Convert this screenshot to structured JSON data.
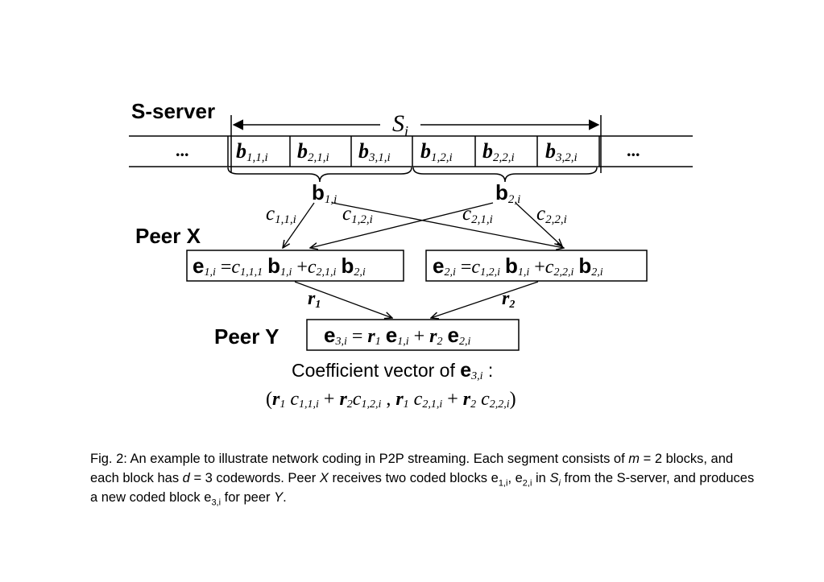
{
  "diagram": {
    "server_label": "S-server",
    "segment_label": "S",
    "segment_sub": "i",
    "ellipsis": "...",
    "cells": [
      {
        "main": "b",
        "sub": "1,1,i"
      },
      {
        "main": "b",
        "sub": "2,1,i"
      },
      {
        "main": "b",
        "sub": "3,1,i"
      },
      {
        "main": "b",
        "sub": "1,2,i"
      },
      {
        "main": "b",
        "sub": "2,2,i"
      },
      {
        "main": "b",
        "sub": "3,2,i"
      }
    ],
    "blocks": [
      {
        "main": "b",
        "sub": "1,i"
      },
      {
        "main": "b",
        "sub": "2,i"
      }
    ],
    "coefficients": [
      {
        "main": "c",
        "sub": "1,1,i"
      },
      {
        "main": "c",
        "sub": "1,2,i"
      },
      {
        "main": "c",
        "sub": "2,1,i"
      },
      {
        "main": "c",
        "sub": "2,2,i"
      }
    ],
    "peer_x_label": "Peer X",
    "peer_y_label": "Peer Y",
    "r_labels": [
      {
        "main": "r",
        "sub": "1"
      },
      {
        "main": "r",
        "sub": "2"
      }
    ],
    "coef_vector_label": "Coefficient vector of"
  },
  "caption": {
    "prefix": "Fig. 2: An example to illustrate network coding in P2P streaming. Each segment consists of",
    "m_var": "m",
    "part2": "= 2 blocks, and each block has",
    "d_var": "d",
    "part3": "= 3 codewords. Peer",
    "x_var": "X",
    "part4": "receives two coded blocks e",
    "e1_sub": "1,i",
    "part5": ", e",
    "e2_sub": "2,i",
    "part6": "in",
    "s_var": "S",
    "s_sub": "i",
    "part7": "from the S-server, and produces a new coded block e",
    "e3_sub": "3,i",
    "part8": "for peer",
    "y_var": "Y",
    "part9": "."
  }
}
